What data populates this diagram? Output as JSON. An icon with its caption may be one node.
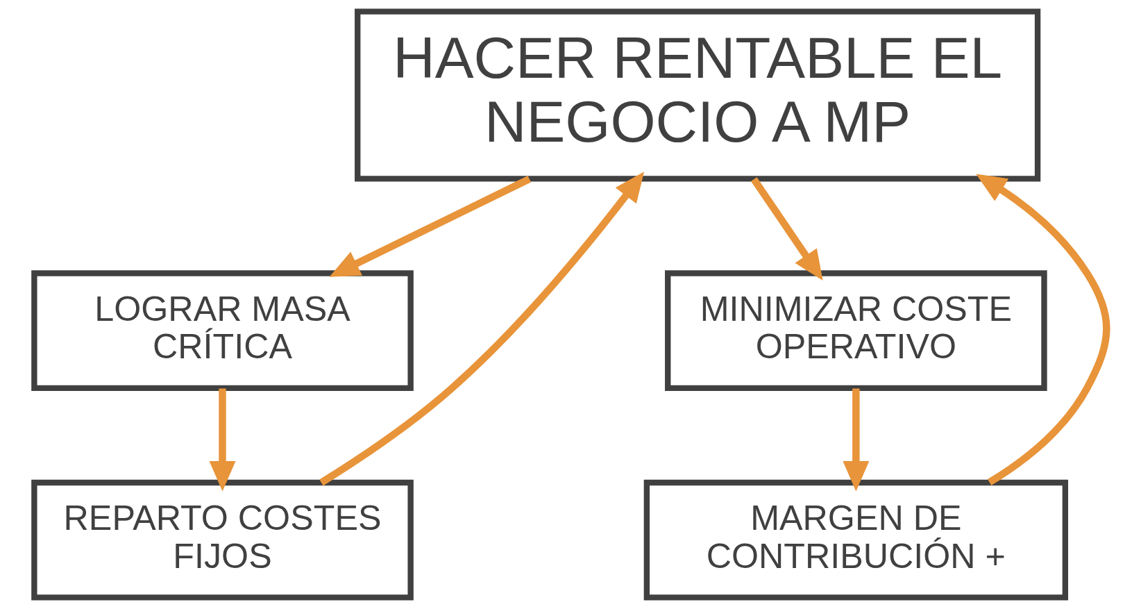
{
  "diagram": {
    "nodes": [
      {
        "text": [
          "HACER RENTABLE EL NEGOCIO A MP"
        ]
      },
      {
        "text": [
          "LOGRAR MASA CRÍTICA"
        ]
      },
      {
        "text": [
          "REPARTO COSTES FIJOS"
        ]
      },
      {
        "text": [
          "MINIMIZAR COSTE OPERATIVO"
        ]
      },
      {
        "text": [
          "MARGEN DE CONTRIBUCIÓN +"
        ]
      }
    ],
    "edges": [
      {
        "from": 0,
        "to": 1,
        "arrow": "to"
      },
      {
        "from": 0,
        "to": 3,
        "arrow": "to"
      },
      {
        "from": 1,
        "to": 2,
        "arrow": "to"
      },
      {
        "from": 3,
        "to": 4,
        "arrow": "to"
      },
      {
        "from": 2,
        "to": 0,
        "arrow": "to"
      },
      {
        "from": 4,
        "to": 0,
        "arrow": "to"
      }
    ]
  }
}
